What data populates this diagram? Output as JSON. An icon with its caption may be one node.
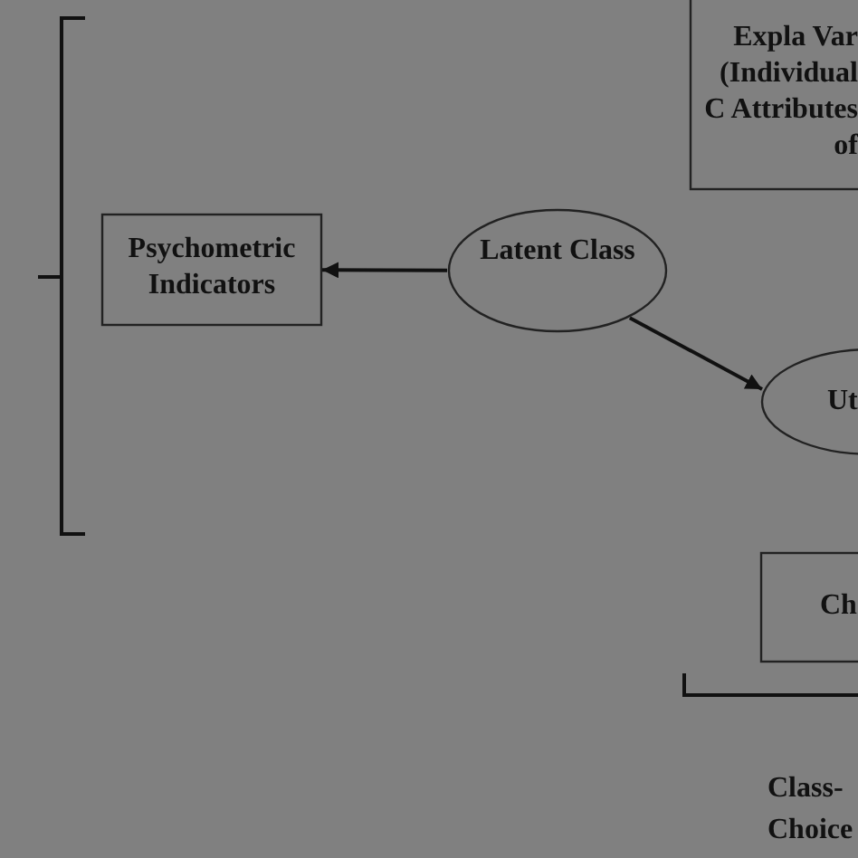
{
  "diagram": {
    "nodes": [
      {
        "text": [
          "Expla Var (Individual C Attributes of"
        ]
      },
      {
        "text": [
          "Psychometric Indicators"
        ]
      },
      {
        "text": [
          "Latent Class"
        ]
      },
      {
        "text": [
          "Ut"
        ]
      },
      {
        "text": [
          "Ch"
        ]
      }
    ],
    "edges": [
      {
        "from": 2,
        "to": 1,
        "arrow": "to"
      },
      {
        "from": 2,
        "to": 3,
        "arrow": "to"
      }
    ],
    "labels": [
      "Class- Choice"
    ]
  }
}
